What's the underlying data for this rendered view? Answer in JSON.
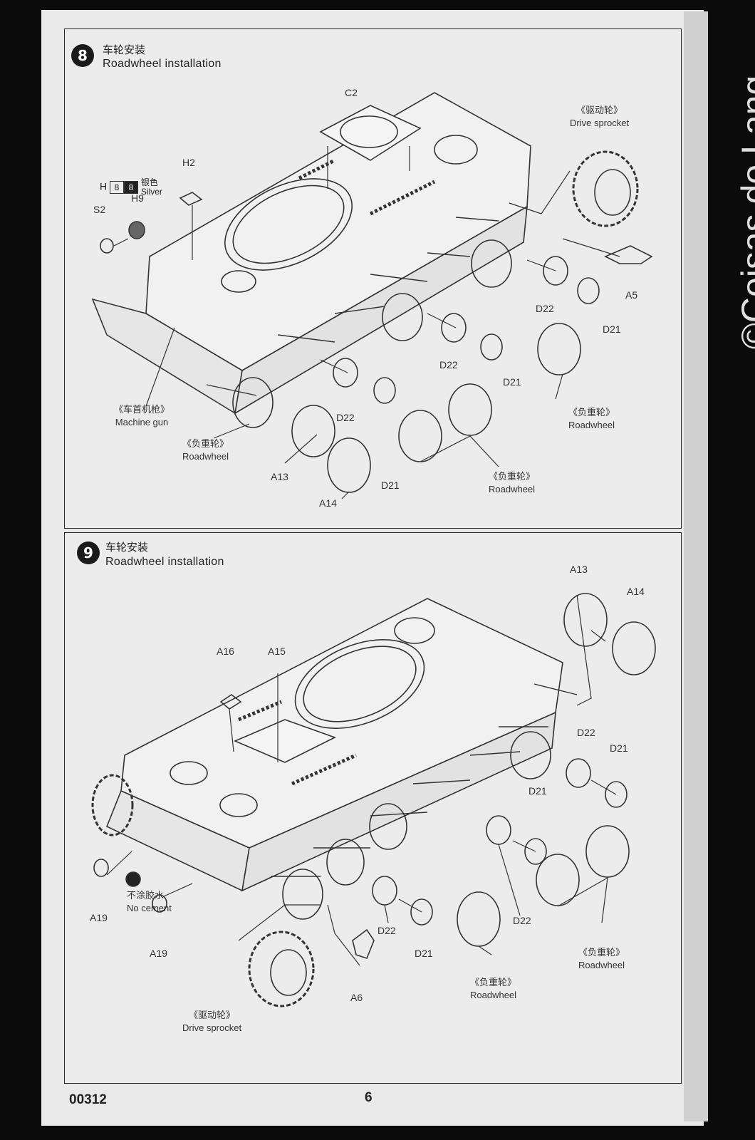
{
  "step8": {
    "number": "8",
    "title_cn": "车轮安装",
    "title_en": "Roadwheel installation",
    "paint": {
      "letter": "H",
      "code1": "8",
      "code2": "8",
      "name_cn": "银色",
      "name_en": "Silver"
    },
    "labels": {
      "c2": "C2",
      "h2": "H2",
      "h9": "H9",
      "s2": "S2",
      "a5": "A5",
      "d22a": "D22",
      "d21a": "D21",
      "d22b": "D22",
      "d21b": "D21",
      "d22c": "D22",
      "d21c": "D21",
      "a13": "A13",
      "a14": "A14"
    },
    "drive_sprocket_cn": "《驱动轮》",
    "drive_sprocket_en": "Drive sprocket",
    "machine_gun_cn": "《车首机枪》",
    "machine_gun_en": "Machine gun",
    "roadwheel_cn": "《负重轮》",
    "roadwheel_en": "Roadwheel"
  },
  "step9": {
    "number": "9",
    "title_cn": "车轮安装",
    "title_en": "Roadwheel installation",
    "labels": {
      "a13": "A13",
      "a14": "A14",
      "a16": "A16",
      "a15": "A15",
      "d22a": "D22",
      "d21a": "D21",
      "d21b": "D21",
      "d22b": "D22",
      "d22c": "D22",
      "d21c": "D21",
      "a19a": "A19",
      "a19b": "A19",
      "a6": "A6"
    },
    "no_cement_cn": "不涂胶水",
    "no_cement_en": "No cement",
    "drive_sprocket_cn": "《驱动轮》",
    "drive_sprocket_en": "Drive sprocket",
    "roadwheel_cn": "《负重轮》",
    "roadwheel_en": "Roadwheel"
  },
  "footer": {
    "code": "00312",
    "page": "6"
  },
  "watermark": "©Coisas do Lang"
}
